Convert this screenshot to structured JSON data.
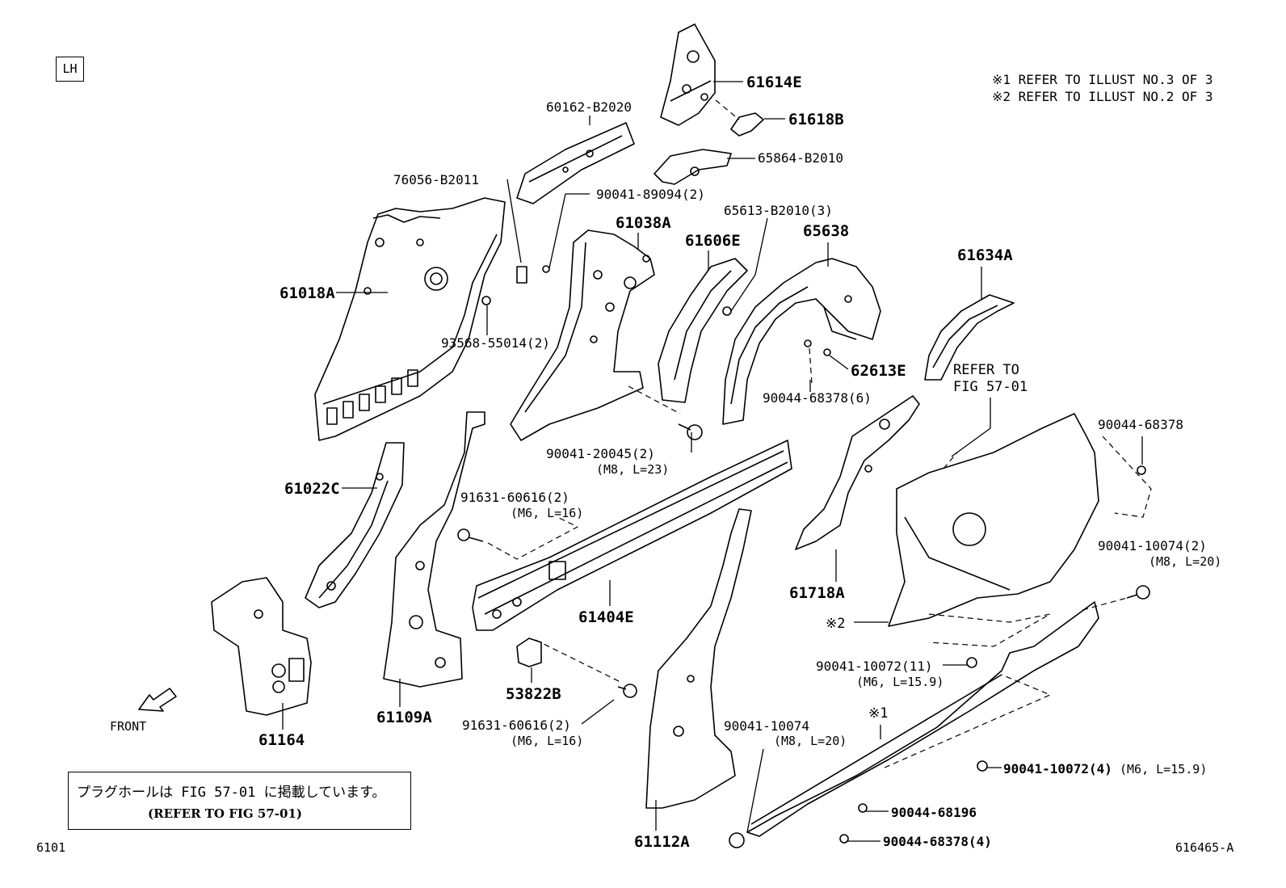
{
  "view_label": "LH",
  "refer_notes": [
    "※1 REFER TO ILLUST NO.3 OF 3",
    "※2 REFER TO ILLUST NO.2 OF 3"
  ],
  "parts": {
    "p61614E": "61614E",
    "p61618B": "61618B",
    "p60162B2020": "60162-B2020",
    "p65864B2010": "65864-B2010",
    "p76056B2011": "76056-B2011",
    "p90041_89094": "90041-89094(2)",
    "p61038A": "61038A",
    "p65613B2010": "65613-B2010(3)",
    "p61606E": "61606E",
    "p65638": "65638",
    "p61634A": "61634A",
    "p61018A": "61018A",
    "p93568_55014": "93568-55014(2)",
    "p62613E": "62613E",
    "p90044_68378_6": "90044-68378(6)",
    "refer_fig": "REFER TO",
    "refer_fig2": "FIG 57-01",
    "p90044_68378": "90044-68378",
    "p90041_20045": "90041-20045(2)",
    "p90041_20045_spec": "(M8, L=23)",
    "p61022C": "61022C",
    "p91631_60616_a": "91631-60616(2)",
    "p91631_60616_a_spec": "(M6, L=16)",
    "p90041_10074_2": "90041-10074(2)",
    "p90041_10074_2_spec": "(M8, L=20)",
    "p61718A": "61718A",
    "p61404E": "61404E",
    "mark2": "※2",
    "p90041_10072_11": "90041-10072(11)",
    "p90041_10072_11_spec": "(M6, L=15.9)",
    "p53822B": "53822B",
    "p61164": "61164",
    "p61109A": "61109A",
    "front": "FRONT",
    "p91631_60616_b": "91631-60616(2)",
    "p91631_60616_b_spec": "(M6, L=16)",
    "mark1": "※1",
    "p90041_10074": "90041-10074",
    "p90041_10074_spec": "(M8, L=20)",
    "p90041_10072_4": "90041-10072(4)",
    "p90041_10072_4_spec": "(M6, L=15.9)",
    "p90044_68196": "90044-68196",
    "p90044_68378_4": "90044-68378(4)",
    "p61112A": "61112A"
  },
  "note": {
    "japanese": "プラグホールは FIG 57-01 に掲載しています。",
    "english": "(REFER TO FIG 57-01)"
  },
  "footer": {
    "left_code": "6101",
    "right_code": "616465-A"
  }
}
